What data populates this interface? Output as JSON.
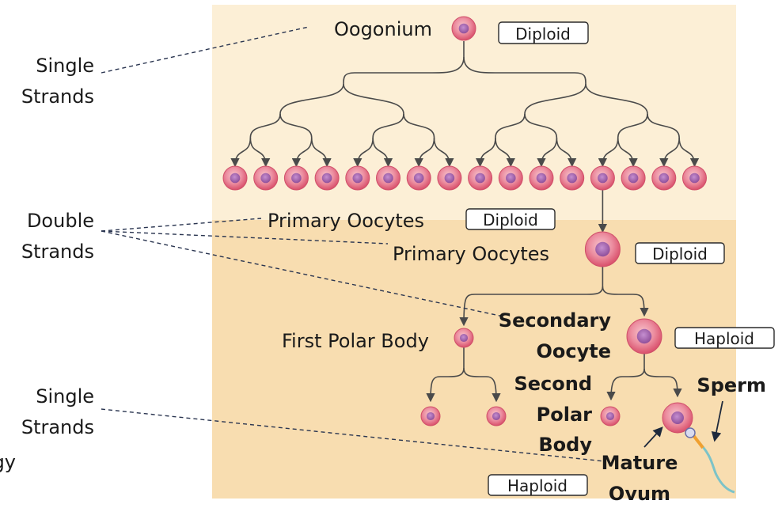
{
  "labels": {
    "oogonium": "Oogonium",
    "primary_oocytes_a": "Primary Oocytes",
    "primary_oocytes_b": "Primary Oocytes",
    "first_polar_body": "First Polar Body",
    "secondary_oocyte_1": "Secondary",
    "secondary_oocyte_2": "Oocyte",
    "second_polar_body_1": "Second",
    "second_polar_body_2": "Polar",
    "second_polar_body_3": "Body",
    "sperm": "Sperm",
    "mature_ovum_1": "Mature",
    "mature_ovum_2": "Ovum"
  },
  "ploidy": {
    "oogonium": "Diploid",
    "primary_a": "Diploid",
    "primary_b": "Diploid",
    "secondary": "Haploid",
    "mature": "Haploid"
  },
  "strands": {
    "single_top_1": "Single",
    "single_top_2": "Strands",
    "double_1": "Double",
    "double_2": "Strands",
    "single_bottom_1": "Single",
    "single_bottom_2": "Strands",
    "cut_off_text": "gy"
  },
  "colors": {
    "panel_top": "#fcefd6",
    "panel_bottom": "#f8ddb0",
    "cell_outer": "#e25b74",
    "cell_nucleus": "#a05aa8",
    "line": "#4a4a4a",
    "dash": "#2a3550"
  }
}
